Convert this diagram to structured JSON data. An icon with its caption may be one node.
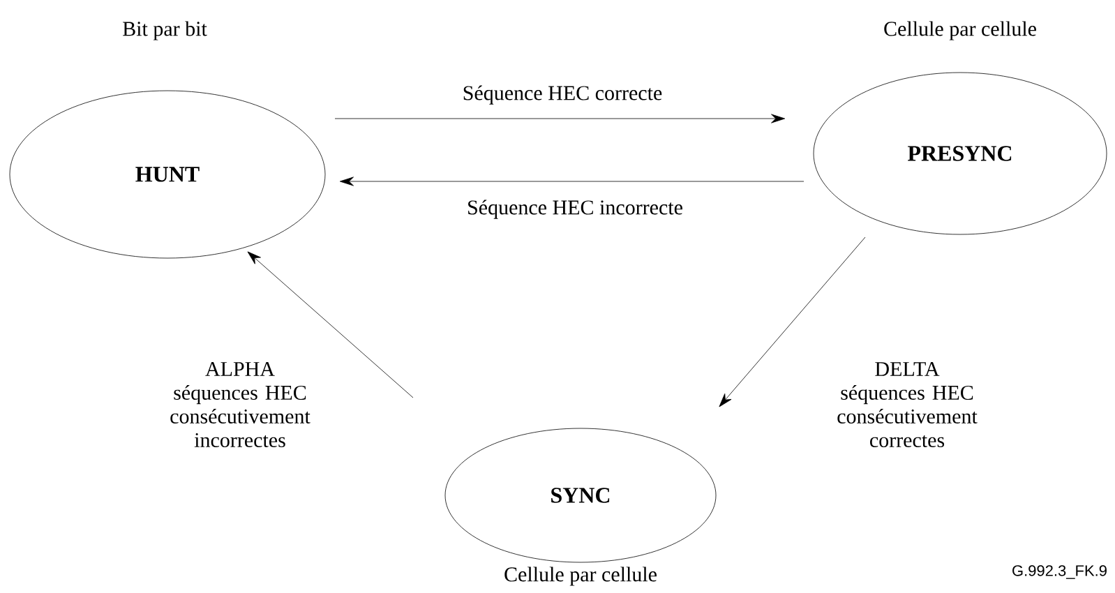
{
  "diagram": {
    "nodes": [
      {
        "text": [
          "HUNT"
        ],
        "beside": [
          "Bit par bit"
        ]
      },
      {
        "text": [
          "PRESYNC"
        ],
        "beside": [
          "Cellule par cellule"
        ]
      },
      {
        "text": [
          "SYNC"
        ],
        "beside": [
          "Cellule par cellule"
        ]
      }
    ],
    "edges": [
      {
        "from": 0,
        "to": 1,
        "arrow": "to",
        "label": "Séquence HEC correcte"
      },
      {
        "from": 1,
        "to": 0,
        "arrow": "to",
        "label": "Séquence HEC incorrecte"
      },
      {
        "from": 1,
        "to": 2,
        "arrow": "to",
        "label": "DELTA séquences HEC consécutivement correctes"
      },
      {
        "from": 2,
        "to": 0,
        "arrow": "to",
        "label": "ALPHA séquences HEC consécutivement incorrectes"
      }
    ],
    "labels": [
      "G.992.3_FK.9"
    ]
  }
}
